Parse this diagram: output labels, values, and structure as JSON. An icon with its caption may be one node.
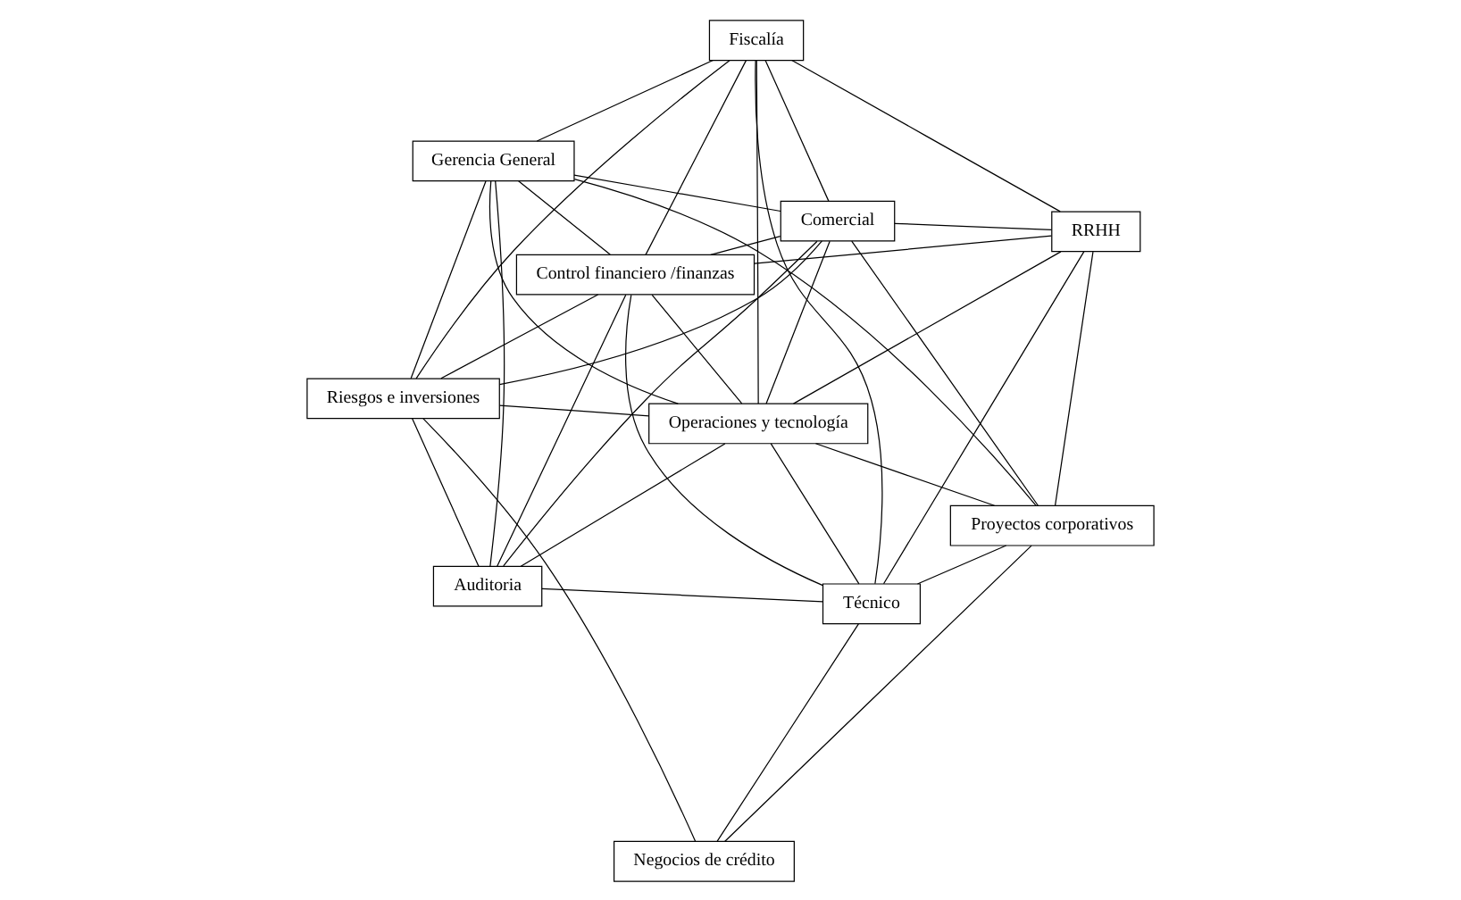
{
  "diagram": {
    "nodes": [
      {
        "text": [
          "Fiscalía"
        ]
      },
      {
        "text": [
          "RRHH"
        ]
      },
      {
        "text": [
          "Auditoria"
        ]
      },
      {
        "text": [
          "Gerencia General"
        ]
      },
      {
        "text": [
          "Comercial"
        ]
      },
      {
        "text": [
          "Operaciones y tecnología"
        ]
      },
      {
        "text": [
          "Riesgos e inversiones"
        ]
      },
      {
        "text": [
          "Proyectos corporativos"
        ]
      },
      {
        "text": [
          "Negocios de crédito"
        ]
      },
      {
        "text": [
          "Control financiero /finanzas"
        ]
      },
      {
        "text": [
          "Técnico"
        ]
      }
    ],
    "edges": [
      {
        "from": 0,
        "to": 3,
        "arrow": "none"
      },
      {
        "from": 0,
        "to": 6,
        "arrow": "none"
      },
      {
        "from": 0,
        "to": 1,
        "arrow": "none"
      },
      {
        "from": 0,
        "to": 9,
        "arrow": "none"
      },
      {
        "from": 0,
        "to": 4,
        "arrow": "none"
      },
      {
        "from": 0,
        "to": 5,
        "arrow": "none"
      },
      {
        "from": 0,
        "to": 10,
        "arrow": "none"
      },
      {
        "from": 1,
        "to": 4,
        "arrow": "none"
      },
      {
        "from": 1,
        "to": 9,
        "arrow": "none"
      },
      {
        "from": 1,
        "to": 7,
        "arrow": "none"
      },
      {
        "from": 1,
        "to": 5,
        "arrow": "none"
      },
      {
        "from": 1,
        "to": 10,
        "arrow": "none"
      },
      {
        "from": 2,
        "to": 3,
        "arrow": "none"
      },
      {
        "from": 2,
        "to": 6,
        "arrow": "none"
      },
      {
        "from": 2,
        "to": 4,
        "arrow": "none"
      },
      {
        "from": 2,
        "to": 5,
        "arrow": "none"
      },
      {
        "from": 2,
        "to": 10,
        "arrow": "none"
      },
      {
        "from": 2,
        "to": 9,
        "arrow": "none"
      },
      {
        "from": 3,
        "to": 5,
        "arrow": "none"
      },
      {
        "from": 3,
        "to": 4,
        "arrow": "none"
      },
      {
        "from": 3,
        "to": 9,
        "arrow": "none"
      },
      {
        "from": 3,
        "to": 6,
        "arrow": "none"
      },
      {
        "from": 3,
        "to": 7,
        "arrow": "none"
      },
      {
        "from": 4,
        "to": 5,
        "arrow": "none"
      },
      {
        "from": 4,
        "to": 9,
        "arrow": "none"
      },
      {
        "from": 4,
        "to": 7,
        "arrow": "none"
      },
      {
        "from": 4,
        "to": 6,
        "arrow": "none"
      },
      {
        "from": 5,
        "to": 6,
        "arrow": "none"
      },
      {
        "from": 5,
        "to": 10,
        "arrow": "none"
      },
      {
        "from": 5,
        "to": 9,
        "arrow": "none"
      },
      {
        "from": 5,
        "to": 7,
        "arrow": "none"
      },
      {
        "from": 6,
        "to": 8,
        "arrow": "none"
      },
      {
        "from": 6,
        "to": 9,
        "arrow": "none"
      },
      {
        "from": 7,
        "to": 8,
        "arrow": "none"
      },
      {
        "from": 7,
        "to": 10,
        "arrow": "none"
      },
      {
        "from": 8,
        "to": 10,
        "arrow": "none"
      },
      {
        "from": 10,
        "to": 9,
        "arrow": "none"
      }
    ]
  }
}
